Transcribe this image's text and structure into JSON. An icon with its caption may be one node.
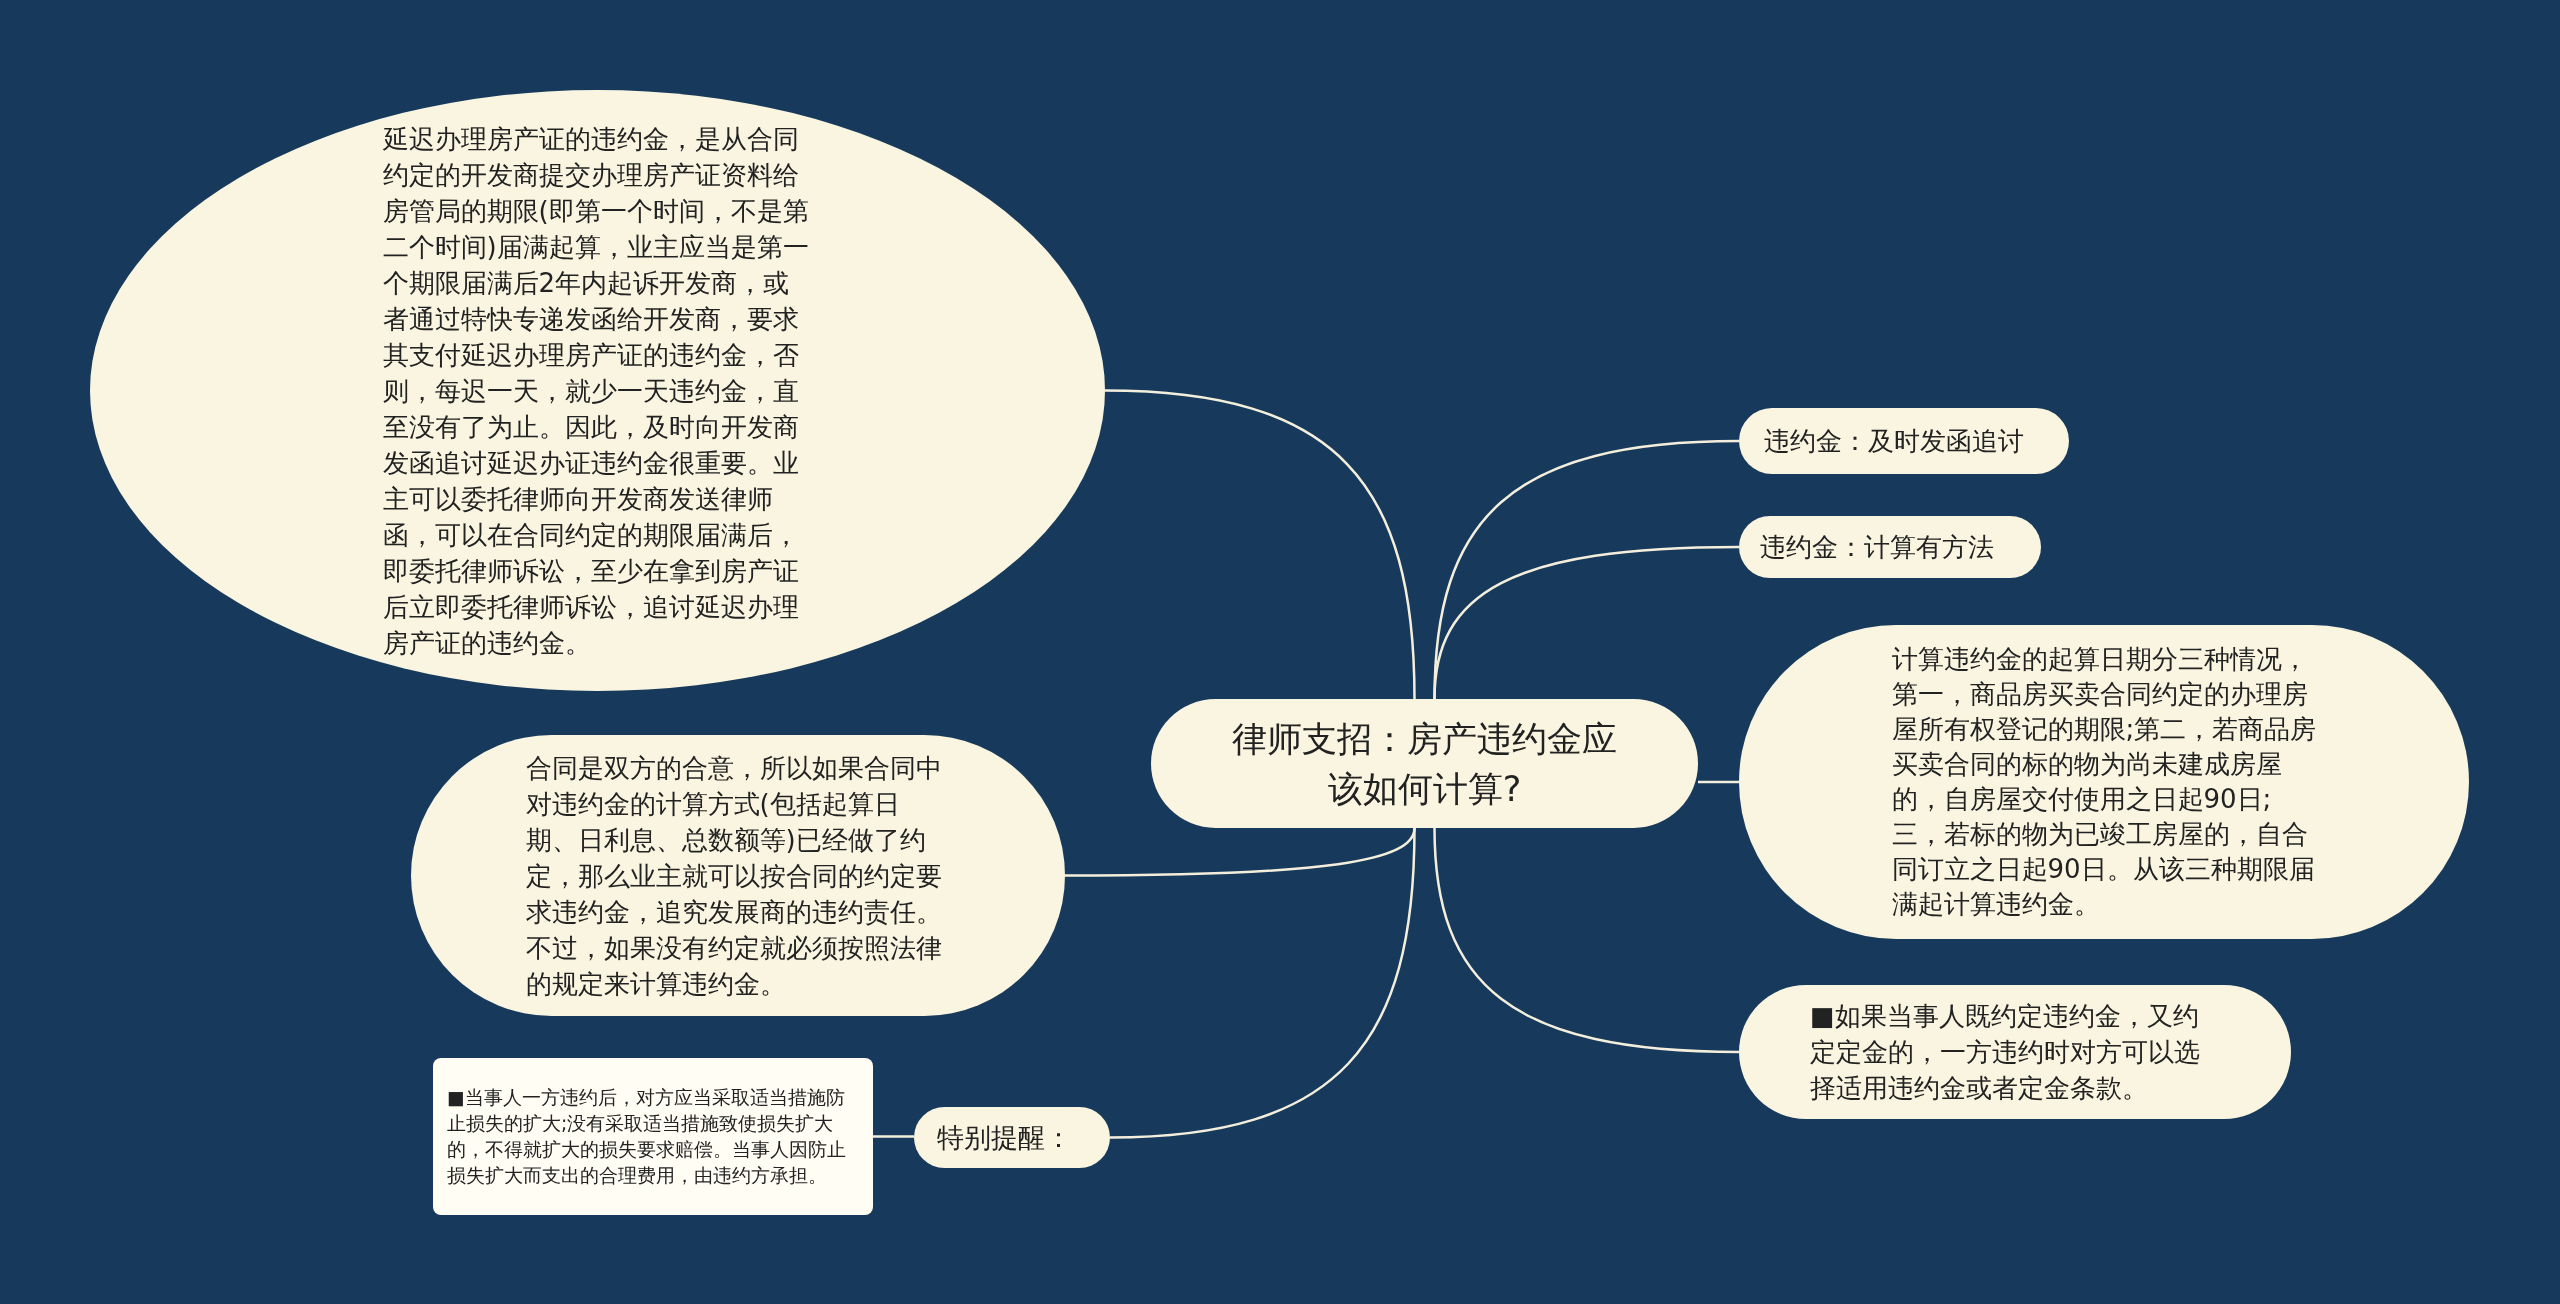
{
  "diagram": {
    "nodes": [
      {
        "text": [
          "律师支招：房产违约金应该如何计算?"
        ]
      },
      {
        "text": [
          "延迟办理房产证的违约金，是从合同约定的开发商提交办理房产证资料给房管局的期限(即第一个时间，不是第二个时间)届满起算，业主应当是第一个期限届满后2年内起诉开发商，或者通过特快专递发函给开发商，要求其支付延迟办理房产证的违约金，否则，每迟一天，就少一天违约金，直至没有了为止。因此，及时向开发商发函追讨延迟办证违约金很重要。业主可以委托律师向开发商发送律师函，可以在合同约定的期限届满后，即委托律师诉讼，至少在拿到房产证后立即委托律师诉讼，追讨延迟办理房产证的违约金。"
        ]
      },
      {
        "text": [
          "合同是双方的合意，所以如果合同中对违约金的计算方式(包括起算日期、日利息、总数额等)已经做了约定，那么业主就可以按合同的约定要求违约金，追究发展商的违约责任。不过，如果没有约定就必须按照法律的规定来计算违约金。"
        ]
      },
      {
        "text": [
          "特别提醒："
        ]
      },
      {
        "text": [
          "■当事人一方违约后，对方应当采取适当措施防止损失的扩大;没有采取适当措施致使损失扩大的，不得就扩大的损失要求赔偿。当事人因防止损失扩大而支出的合理费用，由违约方承担。"
        ]
      },
      {
        "text": [
          "违约金：及时发函追讨"
        ]
      },
      {
        "text": [
          "违约金：计算有方法"
        ]
      },
      {
        "text": [
          "计算违约金的起算日期分三种情况，第一，商品房买卖合同约定的办理房屋所有权登记的期限;第二，若商品房买卖合同的标的物为尚未建成房屋的，自房屋交付使用之日起90日;三，若标的物为已竣工房屋的，自合同订立之日起90日。从该三种期限届满起计算违约金。"
        ]
      },
      {
        "text": [
          "■如果当事人既约定违约金，又约定定金的，一方违约时对方可以选择适用违约金或者定金条款。"
        ]
      }
    ],
    "edges": [
      {
        "from": 0,
        "to": 1,
        "arrow": "none"
      },
      {
        "from": 0,
        "to": 2,
        "arrow": "none"
      },
      {
        "from": 0,
        "to": 3,
        "arrow": "none"
      },
      {
        "from": 3,
        "to": 4,
        "arrow": "none"
      },
      {
        "from": 0,
        "to": 5,
        "arrow": "none"
      },
      {
        "from": 0,
        "to": 6,
        "arrow": "none"
      },
      {
        "from": 0,
        "to": 7,
        "arrow": "none"
      },
      {
        "from": 0,
        "to": 8,
        "arrow": "none"
      }
    ]
  }
}
